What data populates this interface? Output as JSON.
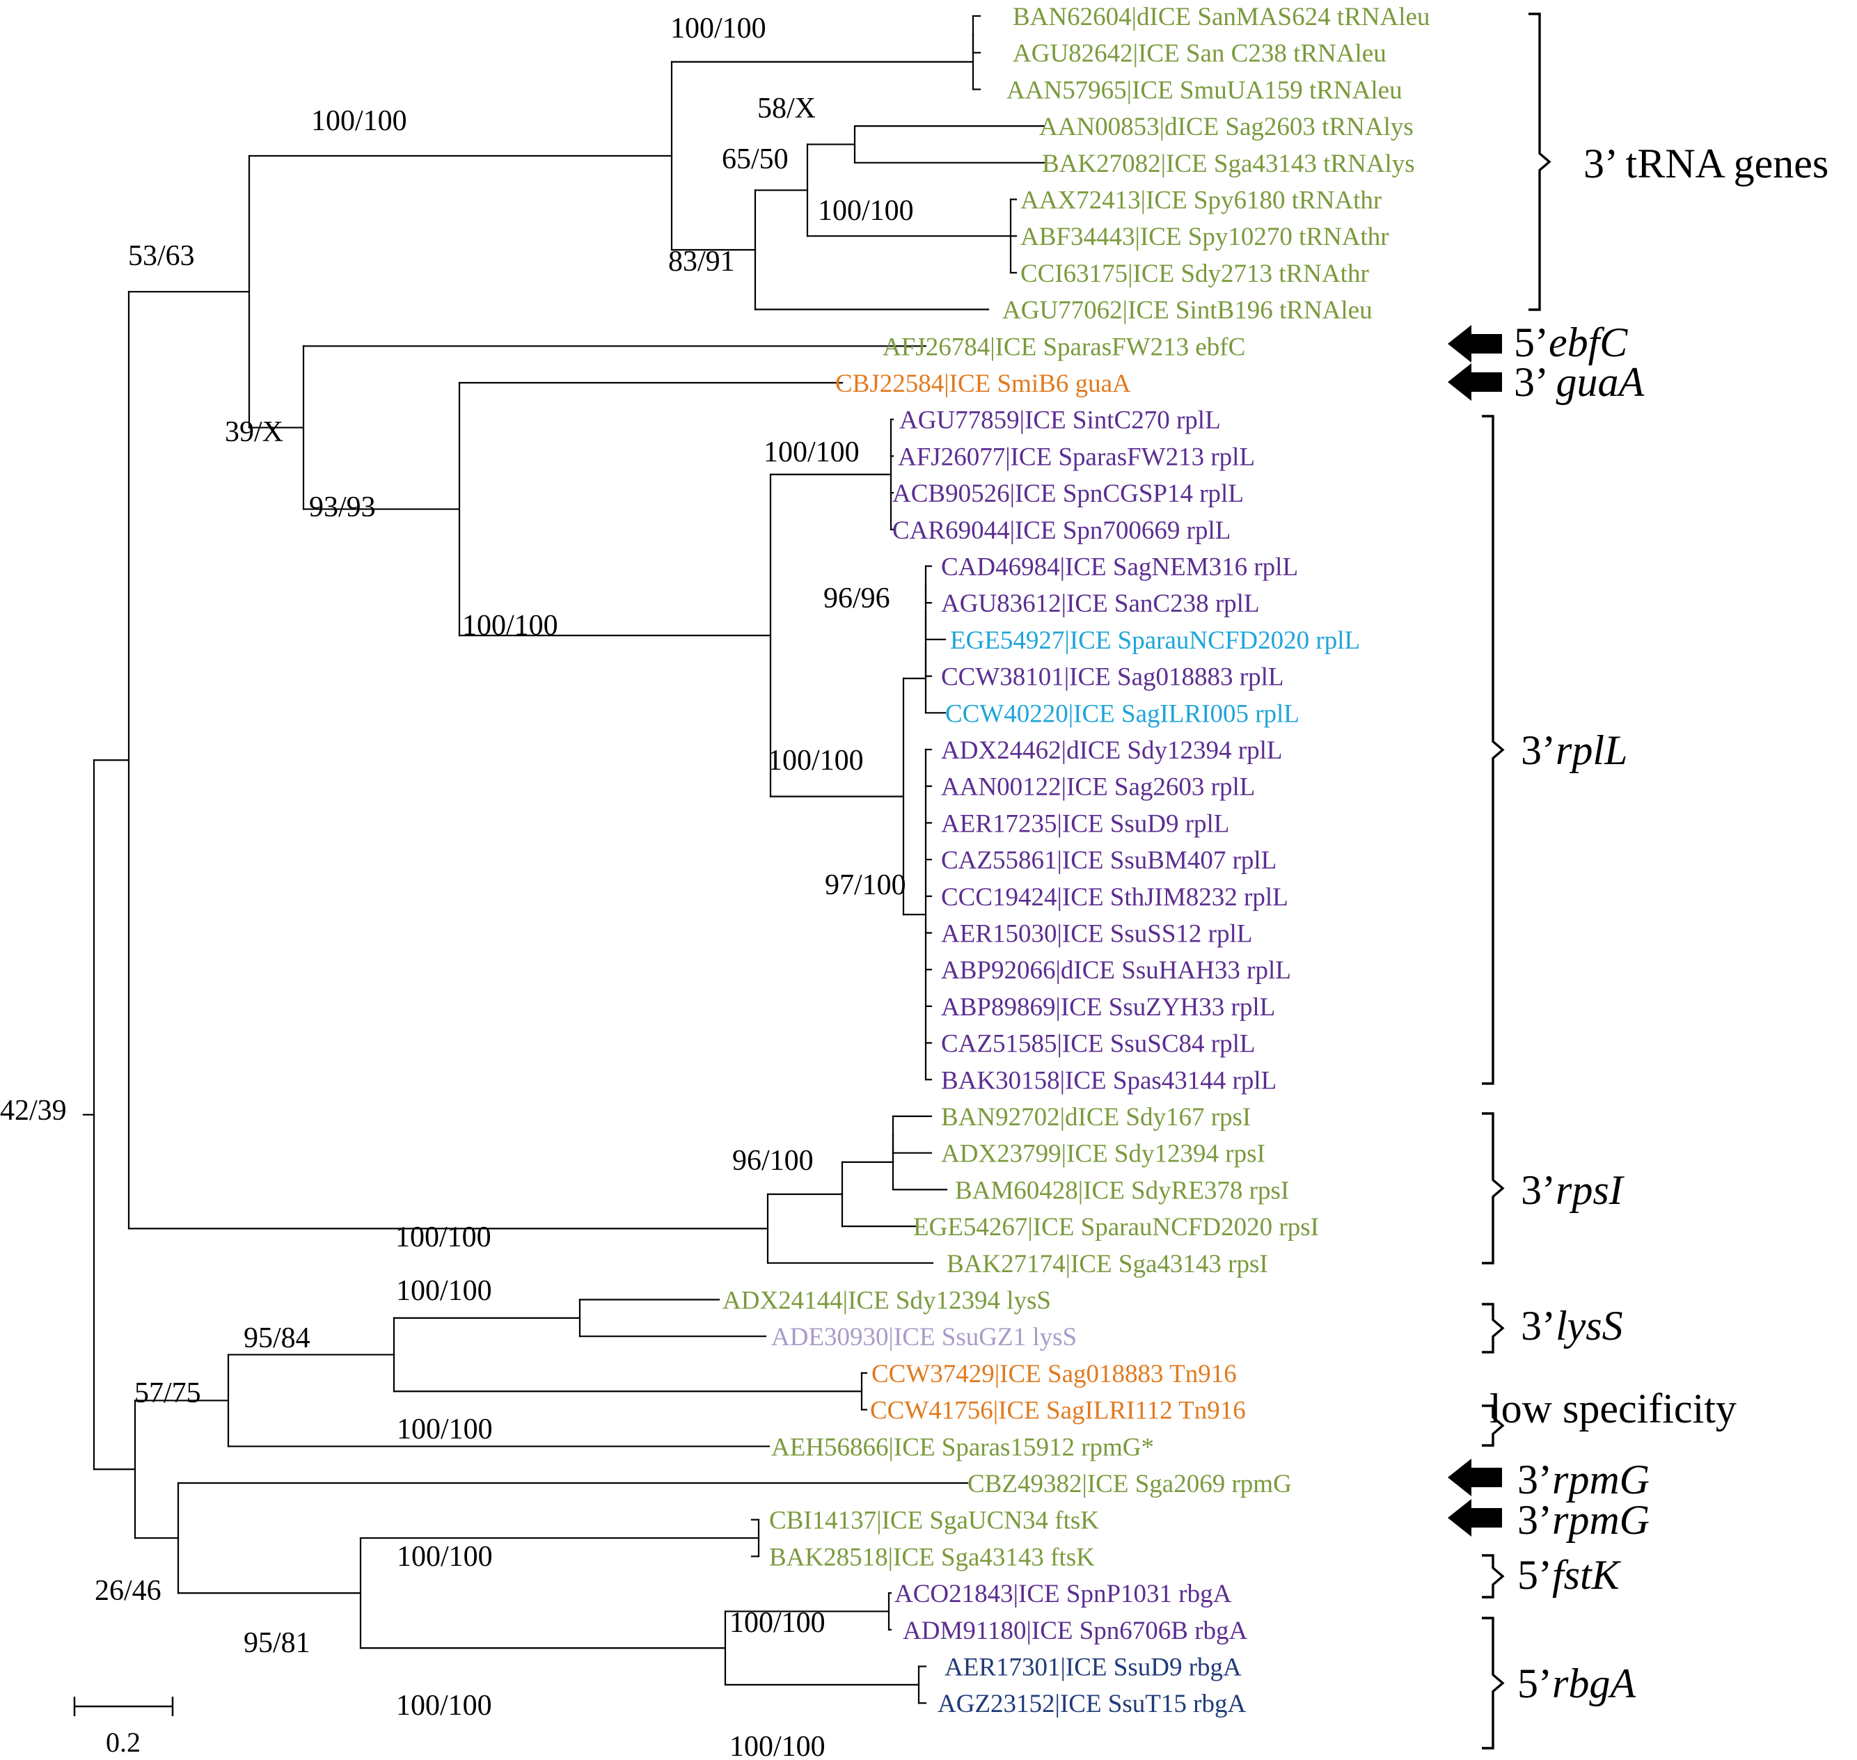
{
  "colors": {
    "green": "#7a9a3c",
    "orange": "#e07a1f",
    "purple": "#5b2d91",
    "cyan": "#1ea5d8",
    "lavender": "#a99bc9",
    "navy": "#1f3a78",
    "black": "#000000"
  },
  "leaves": [
    {
      "label": "BAN62604|dICE SanMAS624 tRNAleu",
      "color": "green"
    },
    {
      "label": "AGU82642|ICE San C238 tRNAleu",
      "color": "green"
    },
    {
      "label": "AAN57965|ICE SmuUA159 tRNAleu",
      "color": "green"
    },
    {
      "label": "AAN00853|dICE Sag2603 tRNAlys",
      "color": "green"
    },
    {
      "label": "BAK27082|ICE Sga43143 tRNAlys",
      "color": "green"
    },
    {
      "label": "AAX72413|ICE Spy6180 tRNAthr",
      "color": "green"
    },
    {
      "label": "ABF34443|ICE Spy10270 tRNAthr",
      "color": "green"
    },
    {
      "label": "CCI63175|ICE Sdy2713 tRNAthr",
      "color": "green"
    },
    {
      "label": "AGU77062|ICE SintB196 tRNAleu",
      "color": "green"
    },
    {
      "label": "AFJ26784|ICE SparasFW213 ebfC",
      "color": "green"
    },
    {
      "label": "CBJ22584|ICE SmiB6 guaA",
      "color": "orange"
    },
    {
      "label": "AGU77859|ICE SintC270 rplL",
      "color": "purple"
    },
    {
      "label": "AFJ26077|ICE SparasFW213 rplL",
      "color": "purple"
    },
    {
      "label": "ACB90526|ICE SpnCGSP14 rplL",
      "color": "purple"
    },
    {
      "label": "CAR69044|ICE Spn700669 rplL",
      "color": "purple"
    },
    {
      "label": "CAD46984|ICE SagNEM316 rplL",
      "color": "purple"
    },
    {
      "label": "AGU83612|ICE SanC238 rplL",
      "color": "purple"
    },
    {
      "label": "EGE54927|ICE SparauNCFD2020 rplL",
      "color": "cyan"
    },
    {
      "label": "CCW38101|ICE Sag018883 rplL",
      "color": "purple"
    },
    {
      "label": "CCW40220|ICE SagILRI005 rplL",
      "color": "cyan"
    },
    {
      "label": "ADX24462|dICE Sdy12394 rplL",
      "color": "purple"
    },
    {
      "label": "AAN00122|ICE Sag2603 rplL",
      "color": "purple"
    },
    {
      "label": "AER17235|ICE SsuD9 rplL",
      "color": "purple"
    },
    {
      "label": "CAZ55861|ICE SsuBM407 rplL",
      "color": "purple"
    },
    {
      "label": "CCC19424|ICE SthJIM8232 rplL",
      "color": "purple"
    },
    {
      "label": "AER15030|ICE SsuSS12 rplL",
      "color": "purple"
    },
    {
      "label": "ABP92066|dICE SsuHAH33 rplL",
      "color": "purple"
    },
    {
      "label": "ABP89869|ICE SsuZYH33 rplL",
      "color": "purple"
    },
    {
      "label": "CAZ51585|ICE SsuSC84 rplL",
      "color": "purple"
    },
    {
      "label": "BAK30158|ICE Spas43144 rplL",
      "color": "purple"
    },
    {
      "label": "BAN92702|dICE Sdy167 rpsI",
      "color": "green"
    },
    {
      "label": "ADX23799|ICE Sdy12394 rpsI",
      "color": "green"
    },
    {
      "label": "BAM60428|ICE SdyRE378 rpsI",
      "color": "green"
    },
    {
      "label": "EGE54267|ICE SparauNCFD2020 rpsI",
      "color": "green"
    },
    {
      "label": "BAK27174|ICE Sga43143 rpsI",
      "color": "green"
    },
    {
      "label": "ADX24144|ICE Sdy12394 lysS",
      "color": "green"
    },
    {
      "label": "ADE30930|ICE SsuGZ1 lysS",
      "color": "lavender"
    },
    {
      "label": "CCW37429|ICE Sag018883 Tn916",
      "color": "orange"
    },
    {
      "label": "CCW41756|ICE SagILRI112 Tn916",
      "color": "orange"
    },
    {
      "label": "AEH56866|ICE Sparas15912 rpmG*",
      "color": "green"
    },
    {
      "label": "CBZ49382|ICE Sga2069 rpmG",
      "color": "green"
    },
    {
      "label": "CBI14137|ICE SgaUCN34 ftsK",
      "color": "green"
    },
    {
      "label": "BAK28518|ICE Sga43143 ftsK",
      "color": "green"
    },
    {
      "label": "ACO21843|ICE SpnP1031 rbgA",
      "color": "purple"
    },
    {
      "label": "ADM91180|ICE Spn6706B rbgA",
      "color": "purple"
    },
    {
      "label": "AER17301|ICE SsuD9 rbgA",
      "color": "navy"
    },
    {
      "label": "AGZ23152|ICE SsuT15 rbgA",
      "color": "navy"
    }
  ],
  "support_values": [
    "100/100",
    "100/100",
    "58/X",
    "65/50",
    "100/100",
    "83/91",
    "53/63",
    "39/X",
    "93/93",
    "100/100",
    "100/100",
    "96/96",
    "100/100",
    "97/100",
    "42/39",
    "96/100",
    "100/100",
    "100/100",
    "95/84",
    "100/100",
    "57/75",
    "100/100",
    "26/46",
    "95/81",
    "100/100",
    "100/100",
    "100/100"
  ],
  "groups": [
    {
      "prefix": "3’ ",
      "gene": "tRNA genes",
      "italic": false
    },
    {
      "prefix": "5’",
      "gene": "ebfC",
      "italic": true
    },
    {
      "prefix": "3’ ",
      "gene": "guaA",
      "italic": true
    },
    {
      "prefix": "3’",
      "gene": "rplL",
      "italic": true
    },
    {
      "prefix": "3’",
      "gene": "rpsI",
      "italic": true
    },
    {
      "prefix": "3’",
      "gene": "lysS",
      "italic": true
    },
    {
      "prefix": "",
      "gene": "low specificity",
      "italic": false
    },
    {
      "prefix": "3’",
      "gene": "rpmG",
      "italic": true
    },
    {
      "prefix": "3’",
      "gene": "rpmG",
      "italic": true
    },
    {
      "prefix": "5’",
      "gene": "fstK",
      "italic": true
    },
    {
      "prefix": "5’",
      "gene": "rbgA",
      "italic": true
    }
  ],
  "scale_bar": {
    "value": 0.2,
    "label": "0.2"
  }
}
